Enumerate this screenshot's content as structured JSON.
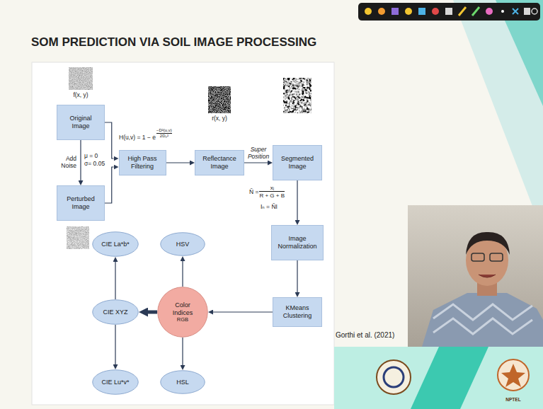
{
  "diagram": {
    "title": "SOM PREDICTION VIA SOIL IMAGE PROCESSING",
    "nodes": [
      {
        "text": [
          "Original Image"
        ]
      },
      {
        "text": [
          "Perturbed Image"
        ]
      },
      {
        "text": [
          "High Pass Filtering"
        ]
      },
      {
        "text": [
          "Reflectance Image"
        ]
      },
      {
        "text": [
          "Segmented Image"
        ]
      },
      {
        "text": [
          "Image Normalization"
        ]
      },
      {
        "text": [
          "KMeans Clustering"
        ]
      },
      {
        "text": [
          "Color Indices",
          "RGB"
        ]
      },
      {
        "text": [
          "HSV"
        ]
      },
      {
        "text": [
          "CIE La*b*"
        ]
      },
      {
        "text": [
          "CIE XYZ"
        ]
      },
      {
        "text": [
          "CIE Lu*v*"
        ]
      },
      {
        "text": [
          "HSL"
        ]
      }
    ],
    "edges": [
      {
        "from": 0,
        "to": 1,
        "arrow": "to",
        "label": "Add Noise"
      },
      {
        "from": 0,
        "to": 2,
        "arrow": "to"
      },
      {
        "from": 1,
        "to": 2,
        "arrow": "to"
      },
      {
        "from": 2,
        "to": 3,
        "arrow": "to"
      },
      {
        "from": 3,
        "to": 4,
        "arrow": "to",
        "label": "Super Position"
      },
      {
        "from": 4,
        "to": 5,
        "arrow": "to"
      },
      {
        "from": 5,
        "to": 6,
        "arrow": "to"
      },
      {
        "from": 6,
        "to": 7,
        "arrow": "to"
      },
      {
        "from": 7,
        "to": 8,
        "arrow": "to"
      },
      {
        "from": 7,
        "to": 12,
        "arrow": "to"
      },
      {
        "from": 7,
        "to": 10,
        "arrow": "to"
      },
      {
        "from": 10,
        "to": 9,
        "arrow": "to"
      },
      {
        "from": 10,
        "to": 11,
        "arrow": "to"
      }
    ],
    "labels": [
      "f(x, y)",
      "r(x, y)",
      "μ = 0",
      "σ= 0.05",
      "H(u,v) = 1 − e",
      "−D²(u,v)",
      "2D₀²",
      "Ñ =",
      "xᵢ",
      "R + G + B",
      "Iₙ = ÑI",
      "Gorthi et al. (2021)",
      "NPTEL"
    ]
  }
}
